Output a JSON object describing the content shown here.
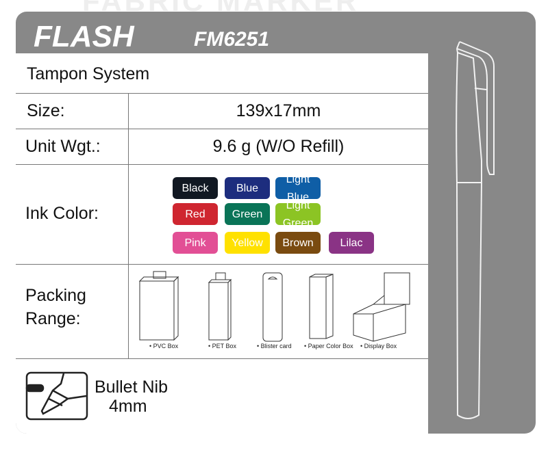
{
  "watermark": "FABRIC MARKER",
  "header": {
    "name": "FLASH",
    "model": "FM6251"
  },
  "rows": {
    "system": "Tampon System",
    "size_label": "Size:",
    "size_value": "139x17mm",
    "weight_label": "Unit Wgt.:",
    "weight_value": "9.6 g (W/O Refill)",
    "ink_label": "Ink Color:",
    "packing_label_1": "Packing",
    "packing_label_2": "Range:",
    "nib_1": "Bullet Nib",
    "nib_2": "4mm"
  },
  "inks": [
    {
      "l1": "Black",
      "l2": "",
      "color": "#111822"
    },
    {
      "l1": "Blue",
      "l2": "",
      "color": "#1d2d7e"
    },
    {
      "l1": "Light",
      "l2": "Blue",
      "color": "#0f5ea6"
    },
    {
      "l1": "Red",
      "l2": "",
      "color": "#cf2630"
    },
    {
      "l1": "Green",
      "l2": "",
      "color": "#0a7457"
    },
    {
      "l1": "Light",
      "l2": "Green",
      "color": "#8cc424"
    },
    {
      "l1": "Pink",
      "l2": "",
      "color": "#e24f95"
    },
    {
      "l1": "Yellow",
      "l2": "",
      "color": "#ffe100"
    },
    {
      "l1": "Brown",
      "l2": "",
      "color": "#7a4b10"
    },
    {
      "l1": "Lilac",
      "l2": "",
      "color": "#8a3385"
    }
  ],
  "packing": [
    "• PVC Box",
    "• PET Box",
    "• Blister card",
    "• Paper Color Box",
    "• Display Box"
  ]
}
